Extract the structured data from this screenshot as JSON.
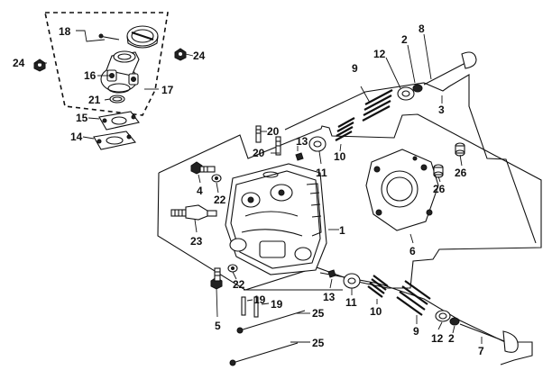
{
  "diagram": {
    "callouts": {
      "c1": "1",
      "c2a": "2",
      "c2b": "2",
      "c3": "3",
      "c4": "4",
      "c5": "5",
      "c6": "6",
      "c7": "7",
      "c8": "8",
      "c9a": "9",
      "c9b": "9",
      "c10a": "10",
      "c10b": "10",
      "c11a": "11",
      "c11b": "11",
      "c12a": "12",
      "c12b": "12",
      "c13a": "13",
      "c13b": "13",
      "c14": "14",
      "c15": "15",
      "c16": "16",
      "c17": "17",
      "c18": "18",
      "c19a": "19",
      "c19b": "19",
      "c20a": "20",
      "c20b": "20",
      "c21": "21",
      "c22a": "22",
      "c22b": "22",
      "c23": "23",
      "c24a": "24",
      "c24b": "24",
      "c25a": "25",
      "c25b": "25",
      "c26a": "26",
      "c26b": "26"
    },
    "colors": {
      "ink": "#111111",
      "paper": "#ffffff"
    }
  }
}
